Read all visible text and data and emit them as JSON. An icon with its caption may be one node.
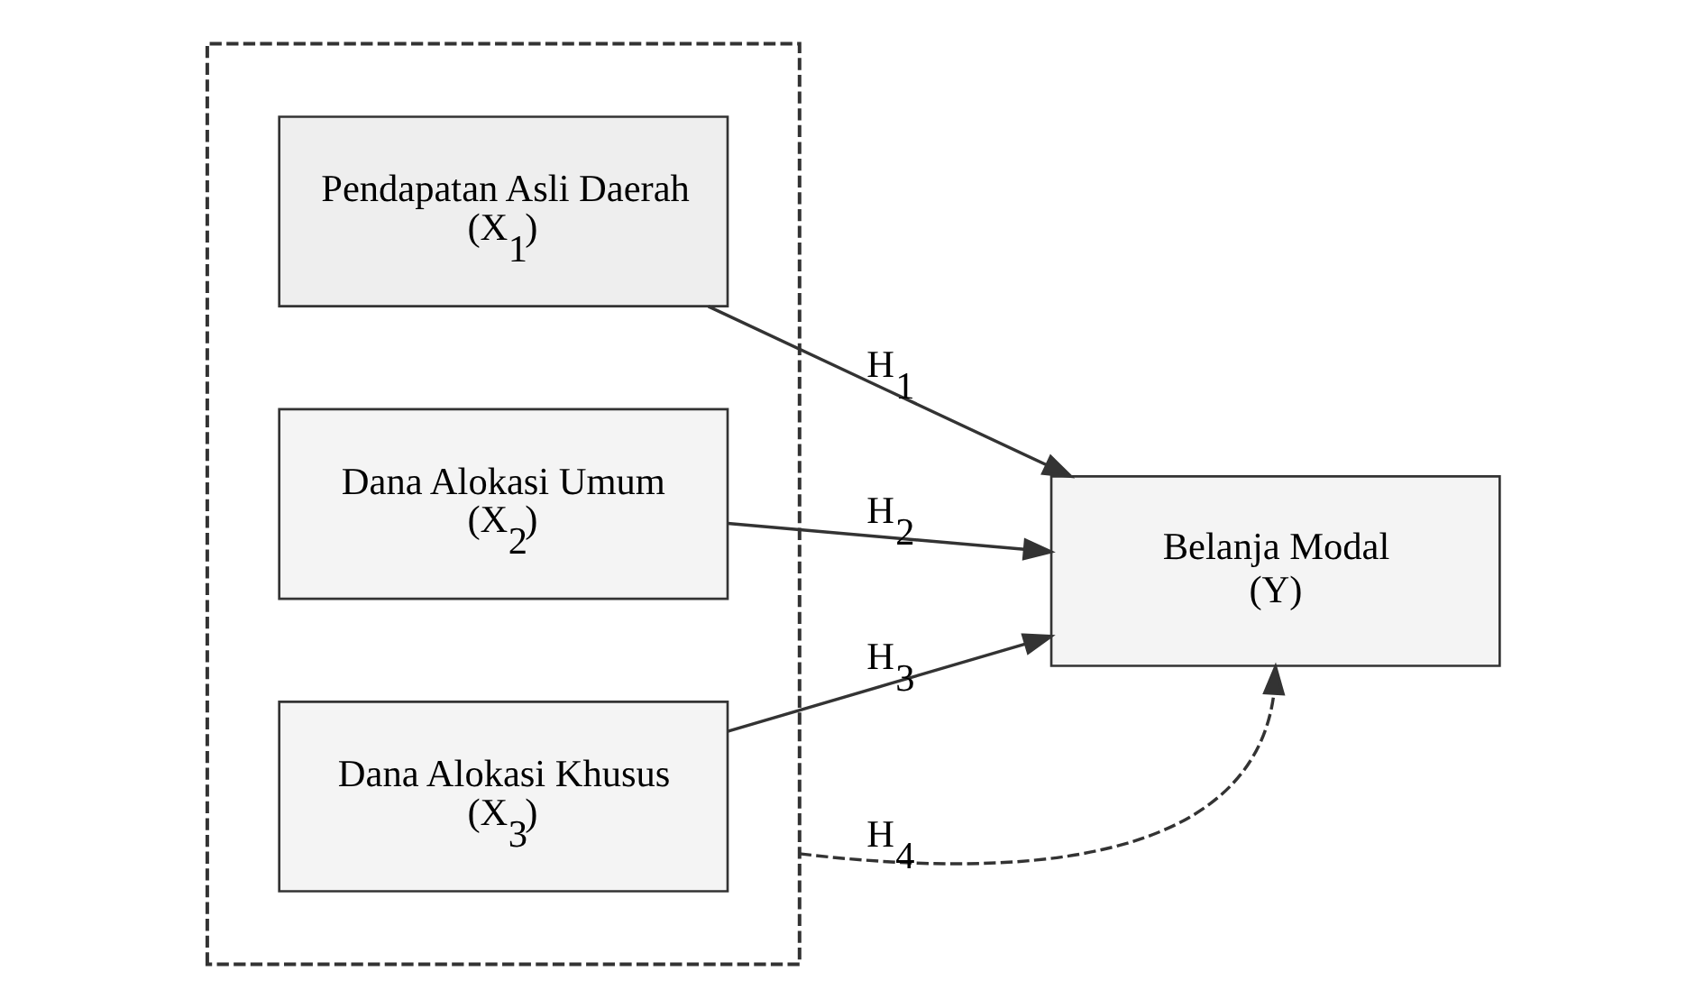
{
  "diagram": {
    "nodes": [
      {
        "text": [],
        "shape": "box"
      },
      {
        "text": [
          "Pendapatan Asli Daerah",
          "(X$_{1}$)"
        ],
        "in": 0
      },
      {
        "text": [
          "Dana Alokasi Umum",
          "(X$_{2}$)"
        ],
        "in": 0
      },
      {
        "text": [
          "Dana Alokasi Khusus",
          "(X$_{3}$)"
        ],
        "in": 0
      },
      {
        "text": [
          "Belanja Modal",
          "(Y)"
        ]
      }
    ],
    "edges": [
      {
        "from": 1,
        "to": 4,
        "arrow": "to",
        "label": "H$_{1}$"
      },
      {
        "from": 2,
        "to": 4,
        "arrow": "to",
        "label": "H$_{2}$"
      },
      {
        "from": 3,
        "to": 4,
        "arrow": "to",
        "label": "H$_{3}$"
      },
      {
        "from": 0,
        "to": 4,
        "arrow": "to",
        "label": "H$_{4}$",
        "style": "dashed"
      }
    ]
  }
}
